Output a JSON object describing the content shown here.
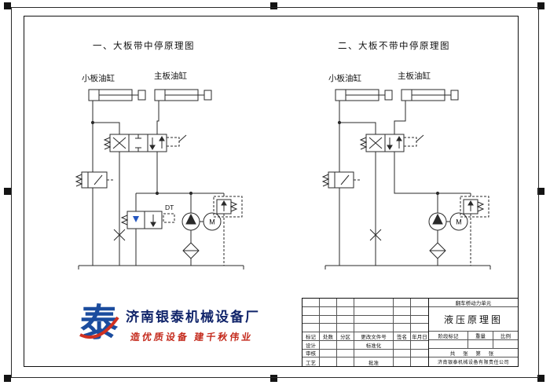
{
  "diagrams": [
    {
      "title": "一、大板带中停原理图",
      "small_cylinder_label": "小板油缸",
      "main_cylinder_label": "主板油缸",
      "solenoid_tag": "DT",
      "motor_label": "M"
    },
    {
      "title": "二、大板不带中停原理图",
      "small_cylinder_label": "小板油缸",
      "main_cylinder_label": "主板油缸",
      "motor_label": "M"
    }
  ],
  "branding": {
    "logo_char": "泰",
    "company_name": "济南银泰机械设备厂",
    "slogan": "造优质设备  建千秋伟业",
    "logo_blue": "#1b4c9e",
    "logo_red": "#d03020",
    "slogan_color": "#c42a1c"
  },
  "titleblock": {
    "project_name": "翻车桥动力单元",
    "drawing_title": "液压原理图",
    "rev_headers": [
      "标记",
      "处数",
      "分区",
      "更改文件号",
      "签名",
      "年月日"
    ],
    "roles": {
      "design": "设计",
      "review": "审核",
      "process": "工艺",
      "standardization": "标准化",
      "approve": "批准"
    },
    "stage_label": "阶段标记",
    "weight_label": "重量",
    "scale_label": "比例",
    "sheet_count": "共 张 第 张",
    "company_full": "济南银泰机械设备有限责任公司"
  },
  "colors": {
    "line": "#2a2a2a",
    "valve_arrow_blue": "#2456c0"
  }
}
